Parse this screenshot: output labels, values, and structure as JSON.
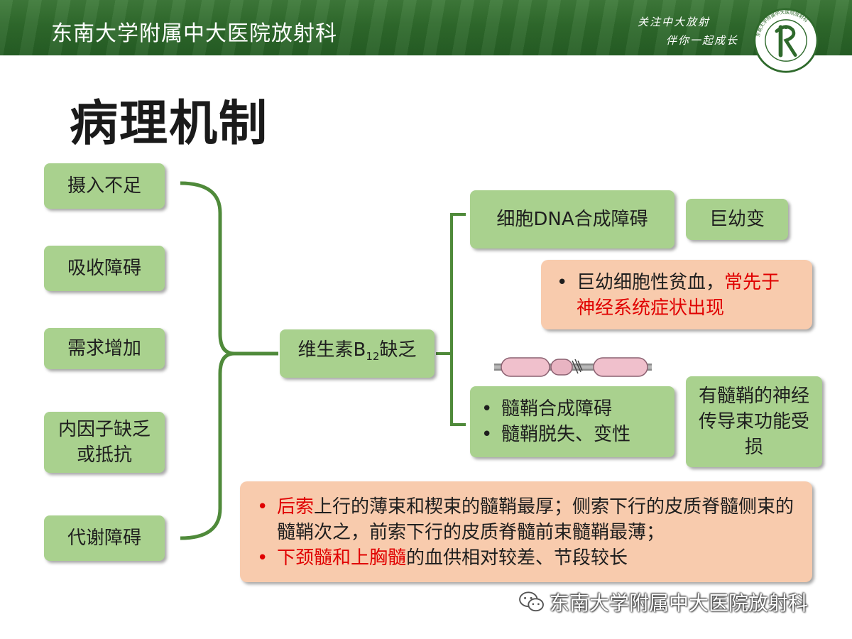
{
  "header": {
    "title": "东南大学附属中大医院放射科",
    "slogan_line1": "关注中大放射",
    "slogan_line2": "伴你一起成长",
    "logo_ring_text": "东南大学附属中大医院放射科"
  },
  "page_title": "病理机制",
  "causes": [
    "摄入不足",
    "吸收障碍",
    "需求增加",
    "内因子缺乏或抵抗",
    "代谢障碍"
  ],
  "center": {
    "label_main": "维生素B",
    "label_sub": "12",
    "label_tail": "缺乏"
  },
  "branch_top": {
    "box": "细胞DNA合成障碍",
    "result": "巨幼变",
    "note_black": "巨幼细胞性贫血，",
    "note_red": "常先于神经系统症状出现"
  },
  "branch_bottom": {
    "items": [
      "髓鞘合成障碍",
      "髓鞘脱失、变性"
    ],
    "result": "有髓鞘的神经传导束功能受损"
  },
  "bottom_note": {
    "item1_red": "后索",
    "item1_text": "上行的薄束和楔束的髓鞘最厚；侧索下行的皮质脊髓侧束的髓鞘次之，前索下行的皮质脊髓前束髓鞘最薄；",
    "item2_red": "下颈髓和上胸髓",
    "item2_text": "的血供相对较差、节段较长"
  },
  "footer": {
    "text": "东南大学附属中大医院放射科"
  },
  "colors": {
    "green_box": "#a9d18e",
    "salmon_box": "#f8cbad",
    "connector": "#4f8a3a",
    "header": "#2f6a2c",
    "red_text": "#e00000"
  }
}
